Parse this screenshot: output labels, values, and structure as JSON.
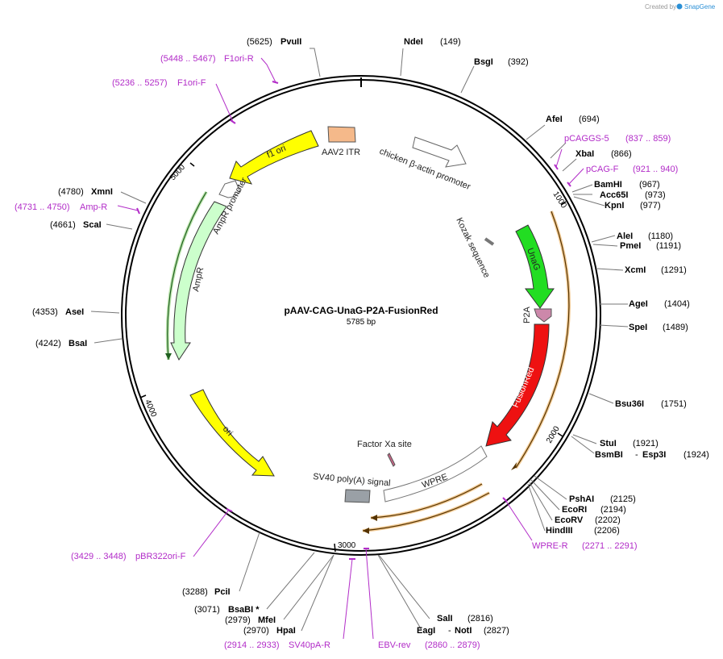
{
  "credit": {
    "prefix": "Created by",
    "brand": "SnapGene"
  },
  "plasmid": {
    "name": "pAAV-CAG-UnaG-P2A-FusionRed",
    "length": "5785 bp",
    "total_bp": 5785
  },
  "ticks": [
    {
      "label": "1000"
    },
    {
      "label": "2000"
    },
    {
      "label": "3000"
    },
    {
      "label": "4000"
    },
    {
      "label": "5000"
    }
  ],
  "sites": [
    {
      "name": "PvuII",
      "pos": "(5625)"
    },
    {
      "name": "NdeI",
      "pos": "(149)"
    },
    {
      "name": "BsgI",
      "pos": "(392)"
    },
    {
      "name": "AfeI",
      "pos": "(694)"
    },
    {
      "name": "XbaI",
      "pos": "(866)"
    },
    {
      "name": "BamHI",
      "pos": "(967)"
    },
    {
      "name": "Acc65I",
      "pos": "(973)"
    },
    {
      "name": "KpnI",
      "pos": "(977)"
    },
    {
      "name": "AleI",
      "pos": "(1180)"
    },
    {
      "name": "PmeI",
      "pos": "(1191)"
    },
    {
      "name": "XcmI",
      "pos": "(1291)"
    },
    {
      "name": "AgeI",
      "pos": "(1404)"
    },
    {
      "name": "SpeI",
      "pos": "(1489)"
    },
    {
      "name": "Bsu36I",
      "pos": "(1751)"
    },
    {
      "name": "StuI",
      "pos": "(1921)"
    },
    {
      "name": "BsmBI",
      "pos": ""
    },
    {
      "name": "Esp3I",
      "pos": "(1924)"
    },
    {
      "name": "PshAI",
      "pos": "(2125)"
    },
    {
      "name": "EcoRI",
      "pos": "(2194)"
    },
    {
      "name": "EcoRV",
      "pos": "(2202)"
    },
    {
      "name": "HindIII",
      "pos": "(2206)"
    },
    {
      "name": "SalI",
      "pos": "(2816)"
    },
    {
      "name": "EagI",
      "pos": ""
    },
    {
      "name": "NotI",
      "pos": "(2827)"
    },
    {
      "name": "HpaI",
      "pos": "(2970)"
    },
    {
      "name": "MfeI",
      "pos": "(2979)"
    },
    {
      "name": "BsaBI *",
      "pos": "(3071)"
    },
    {
      "name": "PciI",
      "pos": "(3288)"
    },
    {
      "name": "BsaI",
      "pos": "(4242)"
    },
    {
      "name": "AseI",
      "pos": "(4353)"
    },
    {
      "name": "ScaI",
      "pos": "(4661)"
    },
    {
      "name": "XmnI",
      "pos": "(4780)"
    }
  ],
  "primers": [
    {
      "name": "F1ori-R",
      "range": "(5448 .. 5467)"
    },
    {
      "name": "F1ori-F",
      "range": "(5236 .. 5257)"
    },
    {
      "name": "pCAGGS-5",
      "range": "(837 .. 859)"
    },
    {
      "name": "pCAG-F",
      "range": "(921 .. 940)"
    },
    {
      "name": "Amp-R",
      "range": "(4731 .. 4750)"
    },
    {
      "name": "WPRE-R",
      "range": "(2271 .. 2291)"
    },
    {
      "name": "pBR322ori-F",
      "range": "(3429 .. 3448)"
    },
    {
      "name": "SV40pA-R",
      "range": "(2914 .. 2933)"
    },
    {
      "name": "EBV-rev",
      "range": "(2860 .. 2879)"
    }
  ],
  "features": [
    {
      "name": "AAV2 ITR",
      "color": "#f5b98a"
    },
    {
      "name": "chicken β-actin promoter",
      "color": "#ffffff"
    },
    {
      "name": "Kozak sequence",
      "color": "#999999"
    },
    {
      "name": "UnaG",
      "color": "#22dd22"
    },
    {
      "name": "P2A",
      "color": "#cc88aa"
    },
    {
      "name": "FusionRed",
      "color": "#ee1111"
    },
    {
      "name": "Factor Xa site",
      "color": "#cc6688"
    },
    {
      "name": "SV40 poly(A) signal",
      "color": "#999999"
    },
    {
      "name": "WPRE",
      "color": "#ffffff"
    },
    {
      "name": "f1 ori",
      "color": "#ffff00"
    },
    {
      "name": "AmpR promoter",
      "color": "#ffffff"
    },
    {
      "name": "AmpR",
      "color": "#ccffcc"
    },
    {
      "name": "ori",
      "color": "#ffff00"
    }
  ],
  "colors": {
    "primer": "#b22cc8",
    "orf_outline": "#e8a040"
  }
}
